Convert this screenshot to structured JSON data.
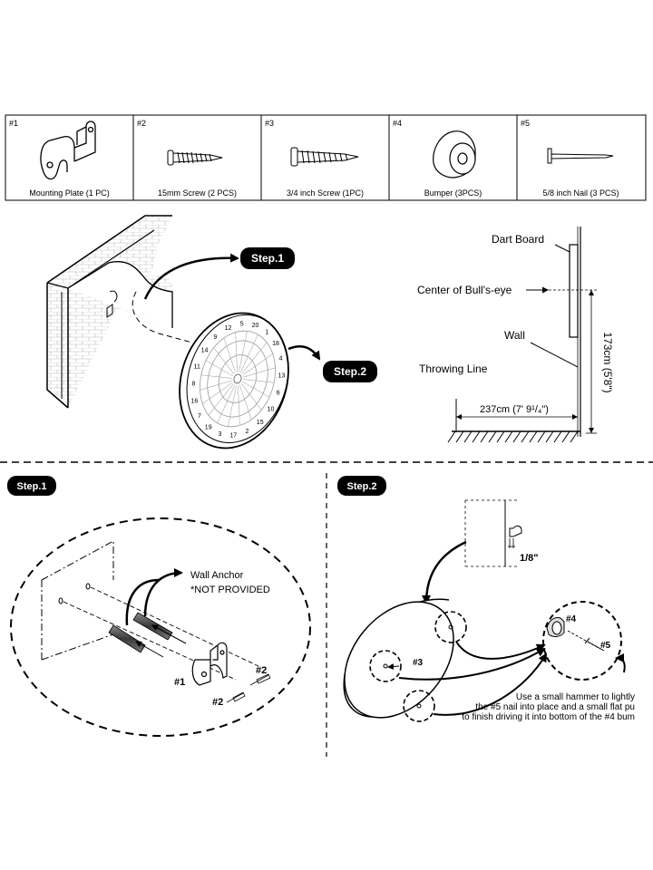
{
  "parts": [
    {
      "id": "#1",
      "label": "Mounting Plate (1 PC)",
      "icon": "mounting-plate-icon"
    },
    {
      "id": "#2",
      "label": "15mm Screw (2 PCS)",
      "icon": "short-screw-icon"
    },
    {
      "id": "#3",
      "label": "3/4 inch Screw (1PC)",
      "icon": "long-screw-icon"
    },
    {
      "id": "#4",
      "label": "Bumper (3PCS)",
      "icon": "bumper-icon"
    },
    {
      "id": "#5",
      "label": "5/8 inch Nail (3 PCS)",
      "icon": "nail-icon"
    }
  ],
  "overview": {
    "step1_badge": "Step.1",
    "step2_badge": "Step.2",
    "board_numbers": [
      "20",
      "1",
      "18",
      "4",
      "13",
      "6",
      "10",
      "15",
      "2",
      "17",
      "3",
      "19",
      "7",
      "16",
      "8",
      "11",
      "14",
      "9",
      "12",
      "5"
    ]
  },
  "measure": {
    "dart_board": "Dart Board",
    "bulls_eye": "Center of Bull's-eye",
    "wall": "Wall",
    "throwing_line": "Throwing Line",
    "height": "173cm (5'8\")",
    "distance": "237cm (7' 9¹/₄\")"
  },
  "step1": {
    "badge": "Step.1",
    "wall_anchor": "Wall Anchor",
    "not_provided": "*NOT PROVIDED",
    "callout_plate": "#1",
    "callout_screw_a": "#2",
    "callout_screw_b": "#2"
  },
  "step2": {
    "badge": "Step.2",
    "gap": "1/8\"",
    "callout_screw": "#3",
    "callout_bumper": "#4",
    "callout_nail": "#5",
    "note_lines": [
      "Use a small hammer to lightly",
      "the #5 nail into place and a small flat pu",
      "to finish driving it into bottom of the #4 bum"
    ]
  }
}
